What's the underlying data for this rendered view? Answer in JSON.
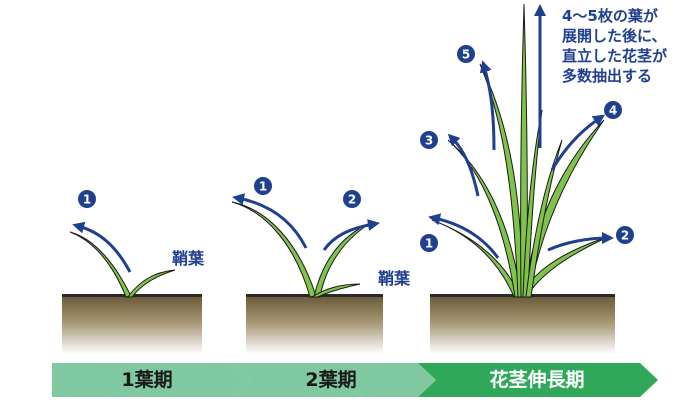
{
  "stages": [
    {
      "label": "1葉期",
      "color": "#7fc8a0"
    },
    {
      "label": "2葉期",
      "color": "#7fc8a0"
    },
    {
      "label": "花茎伸長期",
      "color": "#2fa85a"
    }
  ],
  "stage1": {
    "leaf_numbers": [
      "1"
    ],
    "sheath_label": "鞘葉"
  },
  "stage2": {
    "leaf_numbers": [
      "1",
      "2"
    ],
    "sheath_label": "鞘葉"
  },
  "stage3": {
    "leaf_numbers": [
      "1",
      "2",
      "3",
      "4",
      "5"
    ]
  },
  "note": {
    "lines": [
      "4～5枚の葉が",
      "展開した後に、",
      "直立した花茎が",
      "多数抽出する"
    ]
  },
  "colors": {
    "arrow": "#1f3f8f",
    "leaf": "#7fc34a",
    "leaf_outline": "#1a1a1a",
    "soil_top": "#6b5a3a",
    "soil_bottom": "#ffffff"
  }
}
